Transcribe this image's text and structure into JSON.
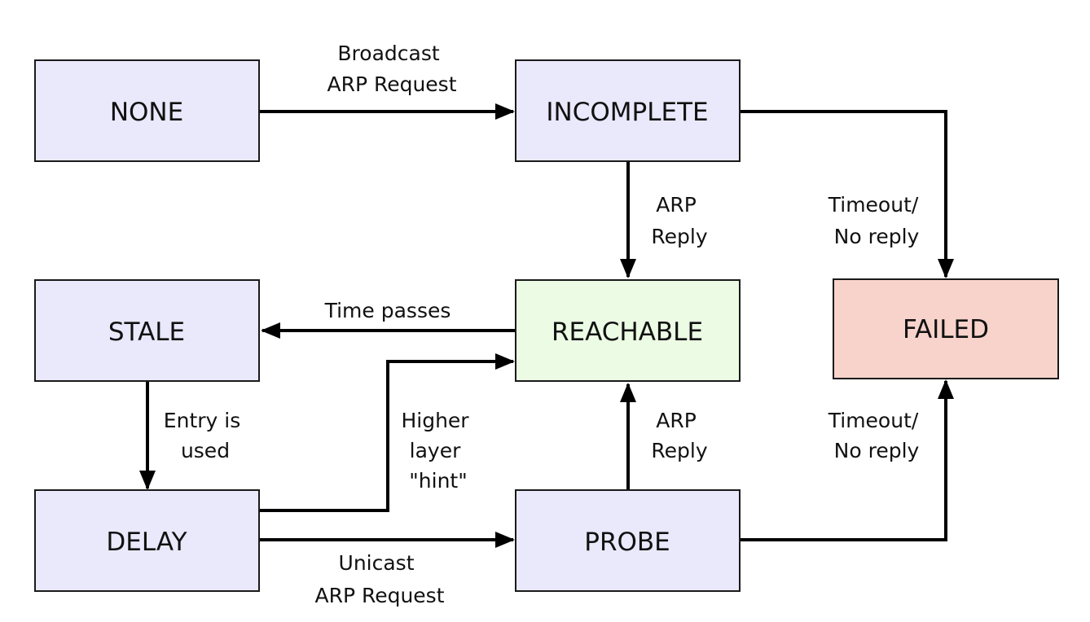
{
  "colors": {
    "default_state": "#eae8fb",
    "reachable_state": "#ecfbe4",
    "failed_state": "#f7d3cb",
    "stroke": "#1a1a1a"
  },
  "states": {
    "none": "NONE",
    "incomplete": "INCOMPLETE",
    "failed": "FAILED",
    "stale": "STALE",
    "reachable": "REACHABLE",
    "delay": "DELAY",
    "probe": "PROBE"
  },
  "transitions": {
    "broadcast": [
      "Broadcast",
      "ARP Request"
    ],
    "arp_reply_1": [
      "ARP",
      "Reply"
    ],
    "timeout_1": [
      "Timeout/",
      "No reply"
    ],
    "time_passes": [
      "Time passes"
    ],
    "entry_used": [
      "Entry is",
      "used"
    ],
    "hint": [
      "Higher",
      "layer",
      "\"hint\""
    ],
    "arp_reply_2": [
      "ARP",
      "Reply"
    ],
    "timeout_2": [
      "Timeout/",
      "No reply"
    ],
    "unicast": [
      "Unicast",
      "ARP Request"
    ]
  }
}
